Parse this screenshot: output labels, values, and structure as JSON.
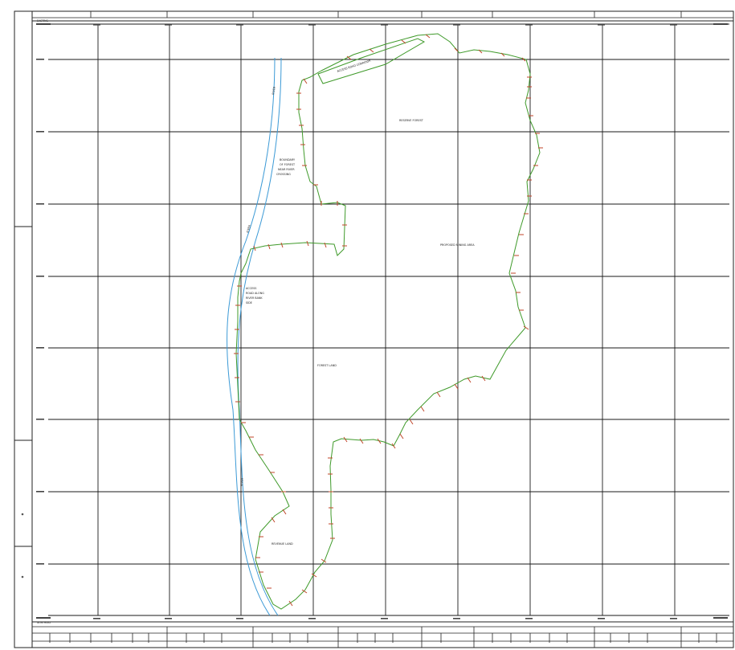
{
  "drawing": {
    "zones": [
      {
        "id": "zone-north",
        "text": "RESERVE FOREST"
      },
      {
        "id": "zone-east",
        "text": "PROPOSED MINING AREA"
      },
      {
        "id": "zone-central",
        "text": "FOREST LAND"
      },
      {
        "id": "zone-south",
        "text": "REVENUE LAND"
      }
    ],
    "notes": [
      {
        "id": "note-river-upper",
        "lines": [
          "BOUNDARY",
          "OF FOREST",
          "NEAR RIVER",
          "CROSSING"
        ]
      },
      {
        "id": "note-river-mid",
        "lines": [
          "ACCESS",
          "ROAD ALONG",
          "RIVER BANK",
          "SIDE"
        ]
      },
      {
        "id": "note-strip",
        "text": "ACCESS ROAD CORRIDOR"
      }
    ],
    "river_label": "RIVER",
    "corner_labels": [
      "EASTING",
      "NORTHING"
    ],
    "colors": {
      "boundary": "#3f9a2a",
      "river": "#3c9ad6",
      "grid": "#1a1a1a",
      "chainage": "#c0462a"
    }
  }
}
